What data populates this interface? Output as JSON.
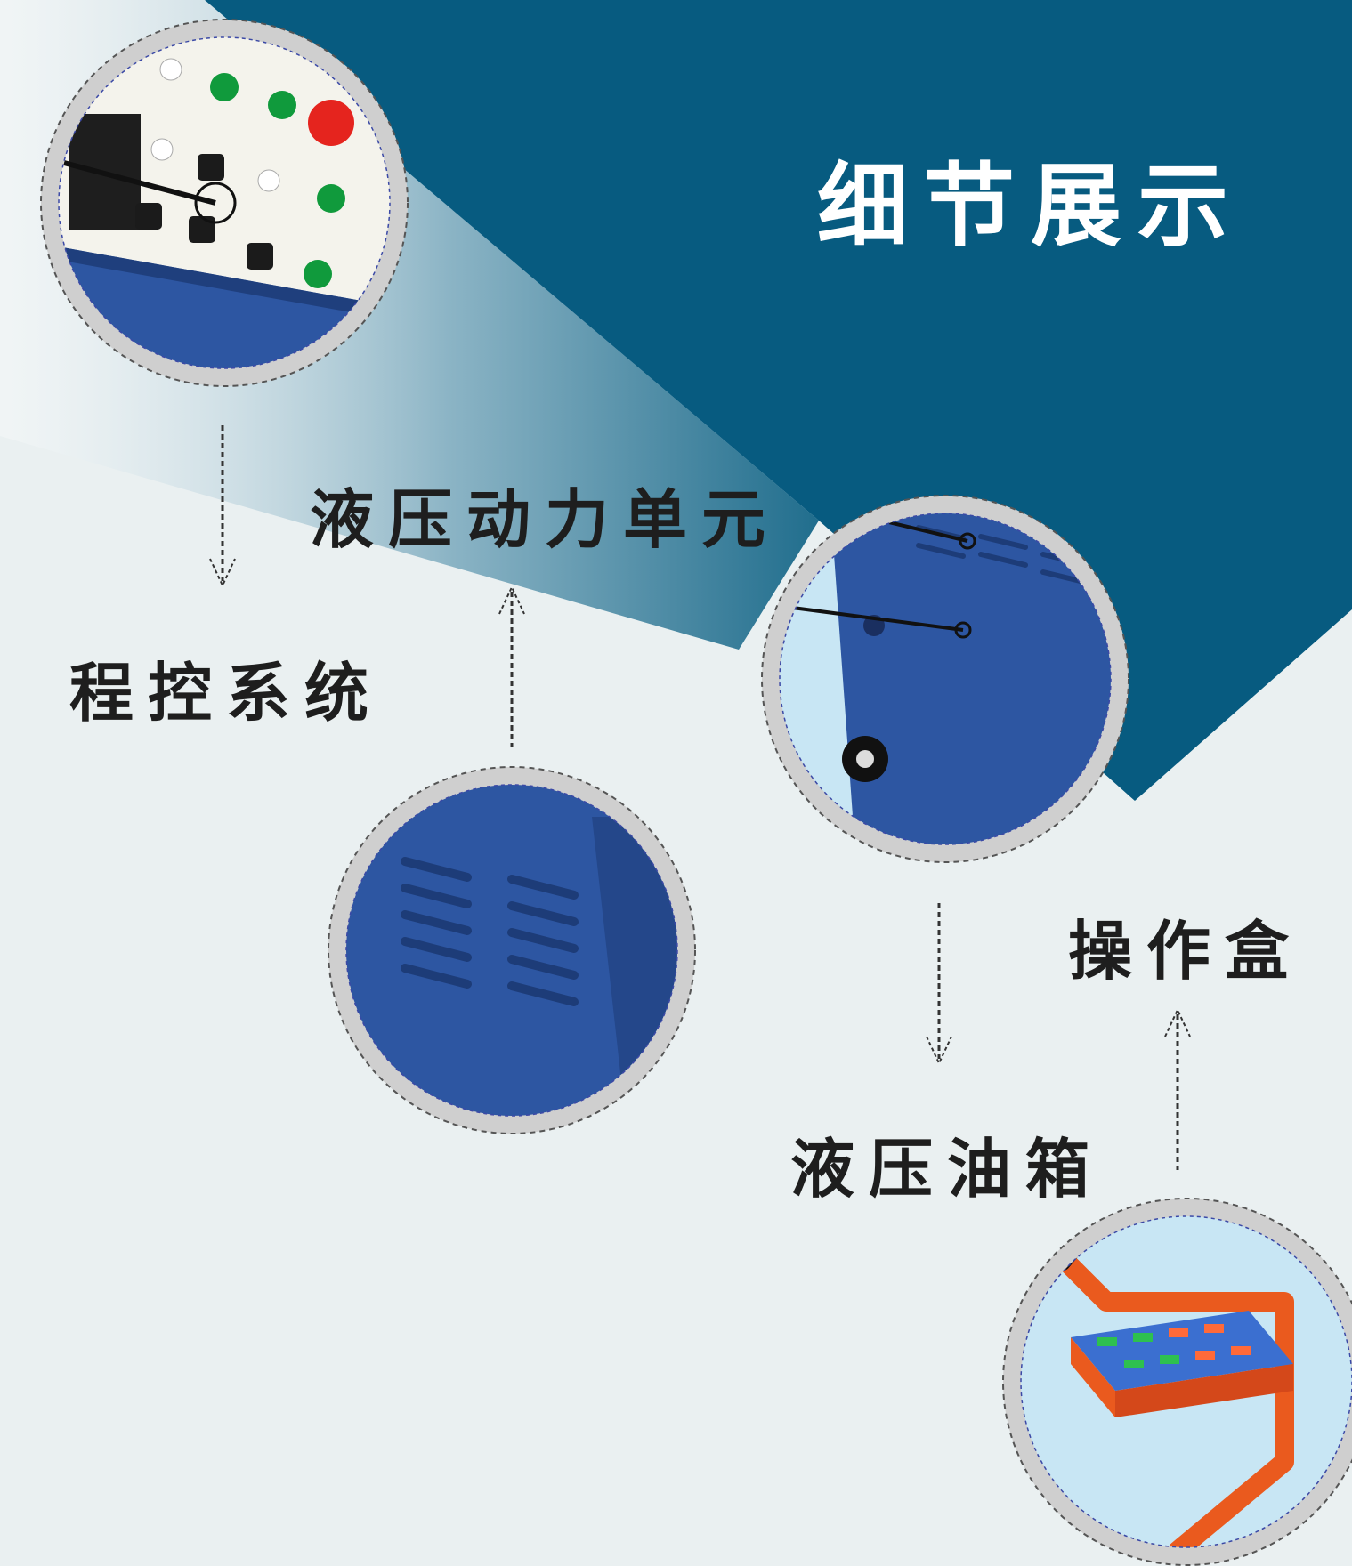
{
  "page": {
    "title": "细节展示",
    "labels": {
      "control_system": "程控系统",
      "hydraulic_power_unit": "液压动力单元",
      "hydraulic_oil_tank": "液压油箱",
      "operation_box": "操作盒"
    }
  },
  "colors": {
    "background": "#eaf0f1",
    "dark_panel": "#075b80",
    "machine_blue": "#2d56a2",
    "ring_gray": "#cfcfcf",
    "control_green": "#109a3c",
    "stop_red": "#e5241e",
    "operation_orange": "#ea5a1e"
  },
  "icons": {
    "arrows": [
      "dashed-down-arrow-icon",
      "dashed-up-arrow-icon"
    ]
  }
}
